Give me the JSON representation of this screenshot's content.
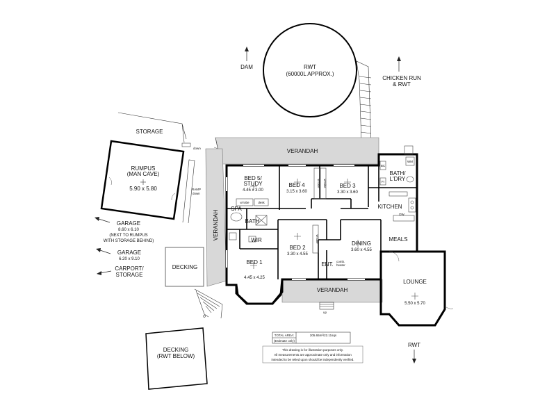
{
  "site": {
    "rwt_tank_label": "RWT",
    "rwt_tank_capacity": "(60000L APPROX.)",
    "dam": "DAM",
    "chicken_run_line1": "CHICKEN RUN",
    "chicken_run_line2": "& RWT",
    "rwt_south": "RWT"
  },
  "outbuildings": {
    "storage": "STORAGE",
    "rumpus_name": "RUMPUS",
    "rumpus_sub": "(MAN CAVE)",
    "rumpus_dim": "5.90 x 5.80",
    "ramp_line1": "RAMP",
    "ramp_line2": "down",
    "down": "down",
    "garage1_name": "GARAGE",
    "garage1_dim": "8.60 x 6.10",
    "garage1_note1": "(NEXT TO RUMPUS",
    "garage1_note2": "WITH STORAGE BEHIND)",
    "garage2_name": "GARAGE",
    "garage2_dim": "6.20 x 9.10",
    "carport_line1": "CARPORT/",
    "carport_line2": "STORAGE",
    "decking_west": "DECKING",
    "decking_south_line1": "DECKING",
    "decking_south_line2": "(RWT BELOW)"
  },
  "house": {
    "verandah_north": "VERANDAH",
    "verandah_west": "VERANDAH",
    "verandah_south": "VERANDAH",
    "bed5_line1": "BED 5/",
    "bed5_line2": "STUDY",
    "bed5_dim": "4.45 x 3.00",
    "bed4": "BED 4",
    "bed4_dim": "3.15 x 3.60",
    "bed3": "BED 3",
    "bed3_dim": "3.30 x 3.60",
    "bath_ldry_line1": "BATH/",
    "bath_ldry_line2": "L'DRY",
    "kitchen": "KITCHEN",
    "spa": "SPA",
    "bath": "BATH",
    "wir": "WIR",
    "bed2": "BED 2",
    "bed2_dim": "3.30 x 4.55",
    "dining": "DINING",
    "dining_dim": "3.60 x 4.55",
    "meals": "MEALS",
    "bed1": "BED 1",
    "bed1_dim": "4.45 x 4.25",
    "ent": "ENT.",
    "comb_heater_line1": "comb.",
    "comb_heater_line2": "heater",
    "lounge": "LOUNGE",
    "lounge_dim": "5.50 x 5.70",
    "wrobe": "w'robe",
    "desk": "desk",
    "dw": "DW",
    "up": "up",
    "bc": "BC",
    "fr": "Fr",
    "wm": "WM"
  },
  "area": {
    "label": "TOTAL AREA:",
    "note": "(Estimate only)",
    "value": "205.65m²/22.11sqs"
  },
  "disclaimer": {
    "line1": "This drawing is for illustration purposes only.",
    "line2": "All measurements are approximate only and information",
    "line3": "intended to be relied upon should be independently verified."
  }
}
